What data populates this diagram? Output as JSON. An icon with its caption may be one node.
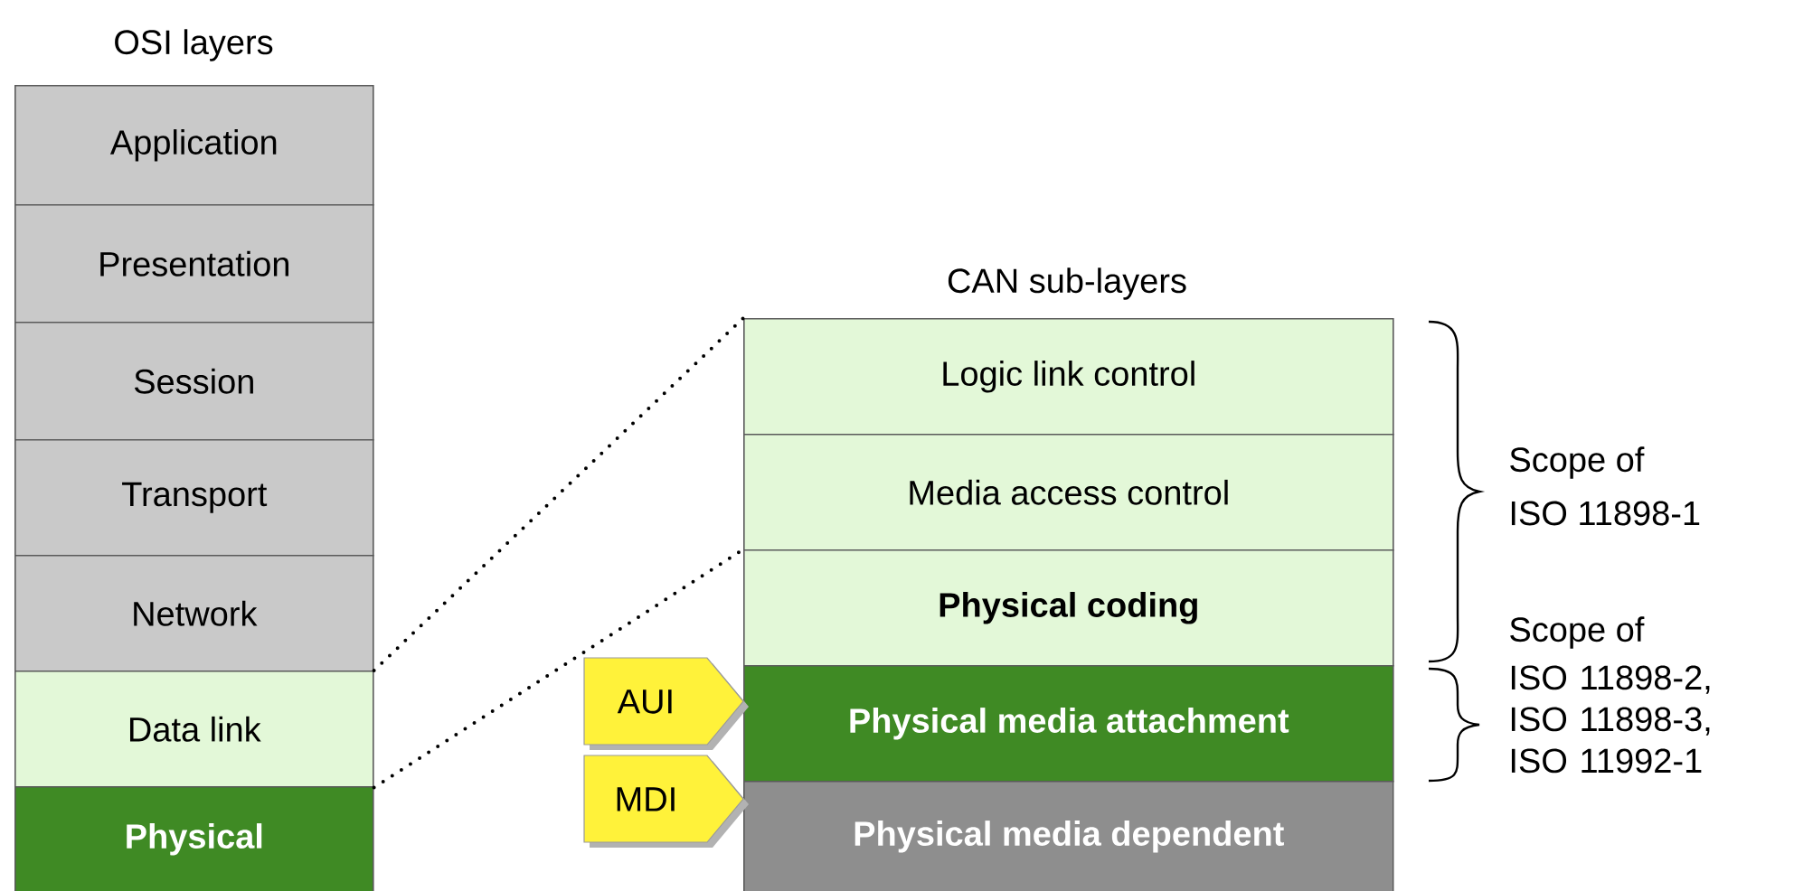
{
  "diagram": {
    "nodes": [
      {
        "text": [
          "Application"
        ]
      },
      {
        "text": [
          "Presentation"
        ]
      },
      {
        "text": [
          "Session"
        ]
      },
      {
        "text": [
          "Transport"
        ]
      },
      {
        "text": [
          "Network"
        ]
      },
      {
        "text": [
          "Data link"
        ]
      },
      {
        "text": [
          "Physical"
        ]
      },
      {
        "text": [
          "Logic link control"
        ]
      },
      {
        "text": [
          "Media access control"
        ]
      },
      {
        "text": [
          "Physical coding"
        ]
      },
      {
        "text": [
          "Physical media attachment"
        ]
      },
      {
        "text": [
          "Physical media dependent"
        ]
      },
      {
        "text": [
          "AUI"
        ]
      },
      {
        "text": [
          "MDI"
        ]
      }
    ],
    "edges": [
      {
        "from": 5,
        "to": 7,
        "arrow": "none",
        "style": "dashed"
      },
      {
        "from": 5,
        "to": 9,
        "arrow": "none",
        "style": "dashed"
      }
    ],
    "labels": [
      "OSI layers",
      "CAN sub-layers",
      "Scope of",
      "ISO 11898-1",
      "Scope of",
      "ISO 11898-2, ISO 11898-3, ISO 11992-1"
    ]
  }
}
